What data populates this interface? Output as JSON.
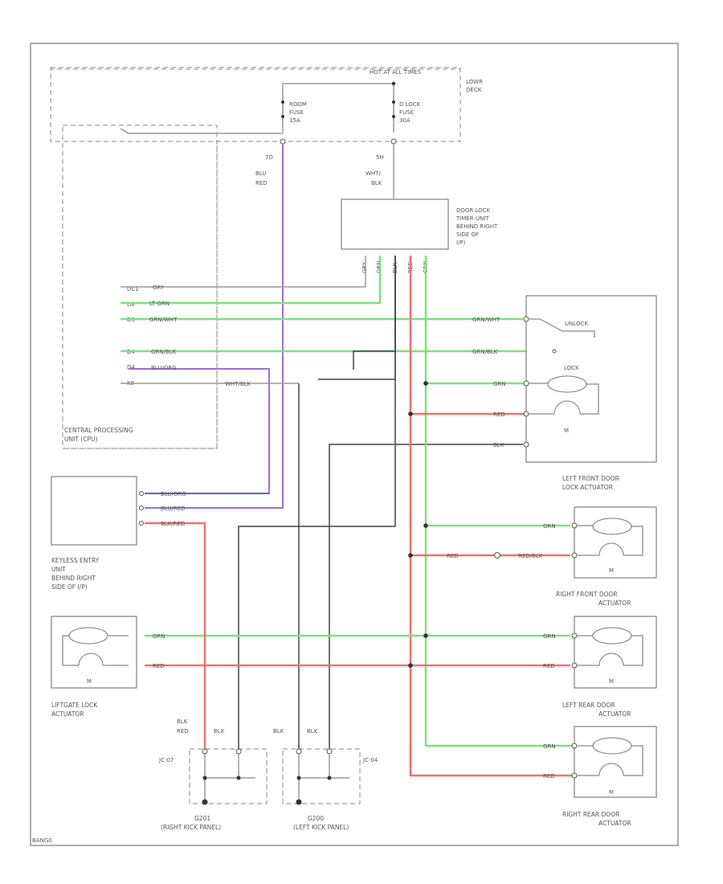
{
  "fuse_box": {
    "title": "HOT AT ALL TIMES",
    "side": [
      "LOWR",
      "DECK"
    ]
  },
  "fuses": {
    "room": [
      "ROOM",
      "FUSE",
      "15A"
    ],
    "dlock": [
      "D LOCK",
      "FUSE",
      "30A"
    ]
  },
  "fuse_wires": {
    "room": [
      "7D",
      "BLU",
      "RED"
    ],
    "dlock": [
      "5H",
      "WHT/",
      "BLK"
    ]
  },
  "timer": {
    "label": [
      "DOOR LOCK",
      "TIMER UNIT",
      "BEHIND RIGHT",
      "SIDE OF",
      "I/P)"
    ]
  },
  "timer_pins": [
    "GRY",
    "GRN",
    "BLK",
    "RED",
    "GRN"
  ],
  "cpu": {
    "pins": [
      "DC1",
      "D8",
      "D3",
      "D4",
      "D4",
      "K8"
    ],
    "wires": [
      "GRY",
      "LT GRN",
      "GRN/WHT",
      "GRN/BLK",
      "BLU/ORG",
      ""
    ],
    "label": [
      "CENTRAL PROCESSING",
      "UNIT (CPU)"
    ],
    "extra_wire": "WHT/BLK"
  },
  "left_front": {
    "wires": [
      "GRN/WHT",
      "GRN/BLK",
      "GRN",
      "RED",
      "BLK"
    ],
    "unlock": "UNLOCK",
    "lock": "LOCK",
    "motor": "M",
    "label": [
      "LEFT FRONT DOOR",
      "LOCK ACTUATOR"
    ]
  },
  "keyless": {
    "wires": [
      "BLU/ORG",
      "BLU/RED",
      "BLK/RED"
    ],
    "label": [
      "KEYLESS ENTRY",
      "UNIT",
      "BEHIND RIGHT",
      "SIDE OF I/P)"
    ]
  },
  "right_front": {
    "wire_grn": "GRN",
    "wire_red_left": "RED",
    "wire_red_right": "RED/BLK",
    "motor": "M",
    "label": [
      "RIGHT FRONT DOOR",
      "ACTUATOR"
    ]
  },
  "liftgate": {
    "wire_grn": "GRN",
    "wire_red": "RED",
    "wire_grn_r": "GRN",
    "wire_red_r": "RED",
    "motor": "M",
    "label": [
      "LIFTGATE LOCK",
      "ACTUATOR"
    ]
  },
  "left_rear": {
    "label": [
      "LEFT REAR DOOR",
      "ACTUATOR"
    ],
    "motor": "M"
  },
  "right_rear": {
    "wire_grn": "GRN",
    "wire_red": "RED",
    "motor": "M",
    "label": [
      "RIGHT REAR DOOR",
      "ACTUATOR"
    ]
  },
  "grounds": {
    "right": {
      "wires": [
        "BLK",
        "RED",
        "BLK"
      ],
      "jc": "JC-07",
      "g": "G201",
      "pos": "(RIGHT KICK PANEL)"
    },
    "left": {
      "wires": [
        "BLK",
        "BLK"
      ],
      "jc": "JC-04",
      "g": "G200",
      "pos": "(LEFT KICK PANEL)"
    }
  },
  "footer": "BANG0"
}
